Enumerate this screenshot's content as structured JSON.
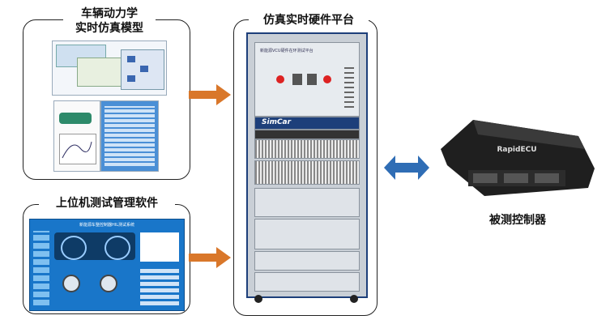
{
  "panels": {
    "vehicle_model": {
      "title_line1": "车辆动力学",
      "title_line2": "实时仿真模型"
    },
    "host_software": {
      "title": "上位机测试管理软件",
      "screen_title": "新能源车整控制器HIL测试系统"
    },
    "hardware_platform": {
      "title": "仿真实时硬件平台",
      "cabinet_label": "新能源VCU硬件在环测试平台",
      "brand": "SimCar"
    }
  },
  "controller": {
    "label": "被测控制器",
    "device_brand": "RapidECU"
  },
  "colors": {
    "arrow_orange": "#d9772a",
    "arrow_blue": "#2f6db5",
    "cabinet_blue": "#1d3f7a",
    "screen_blue": "#1976c9"
  }
}
